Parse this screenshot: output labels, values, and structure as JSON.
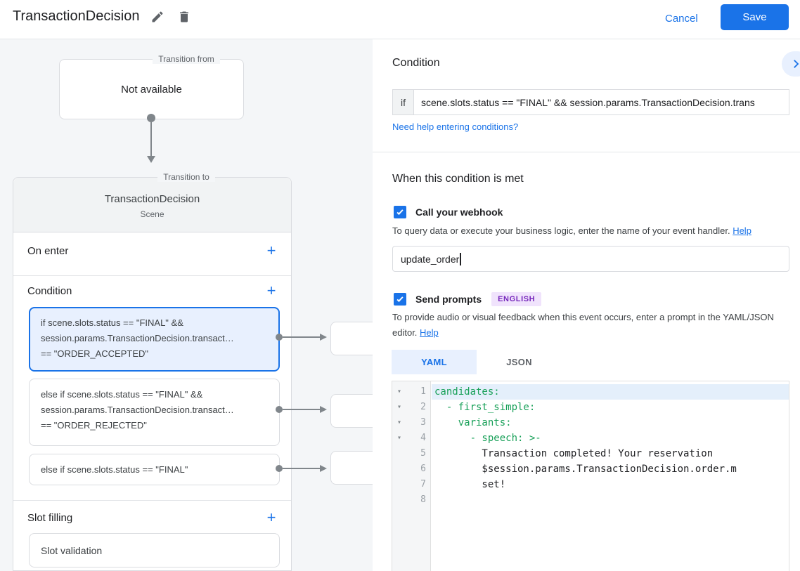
{
  "colors": {
    "accent": "#1a73e8",
    "selected_bg": "#e8f0fe",
    "badge_text": "#7627bb",
    "badge_bg": "#f0e3fc",
    "yaml_key_green": "#18a058",
    "canvas_bg": "#f4f6f8"
  },
  "icons": {
    "add": "+",
    "fold": "▾"
  },
  "header": {
    "title": "TransactionDecision",
    "cancel_label": "Cancel",
    "save_label": "Save"
  },
  "canvas": {
    "transition_from": {
      "label": "Transition from",
      "content": "Not available"
    },
    "scene_card": {
      "label": "Transition to",
      "title": "TransactionDecision",
      "subtitle": "Scene",
      "on_enter_label": "On enter",
      "condition_label": "Condition",
      "slot_filling_label": "Slot filling",
      "conditions": [
        {
          "selected": true,
          "lines": [
            "if scene.slots.status == \"FINAL\" &&",
            "session.params.TransactionDecision.transact…",
            "== \"ORDER_ACCEPTED\""
          ]
        },
        {
          "selected": false,
          "lines": [
            "else if scene.slots.status == \"FINAL\" &&",
            "session.params.TransactionDecision.transact…",
            "== \"ORDER_REJECTED\""
          ]
        },
        {
          "selected": false,
          "lines": [
            "else if scene.slots.status == \"FINAL\""
          ]
        }
      ],
      "slot_item": "Slot validation"
    }
  },
  "panel": {
    "title": "Condition",
    "condition_row": {
      "prefix": "if",
      "value": "scene.slots.status == \"FINAL\" && session.params.TransactionDecision.trans"
    },
    "help_link": "Need help entering conditions?",
    "when_met": {
      "title": "When this condition is met",
      "webhook": {
        "label": "Call your webhook",
        "checked": true,
        "desc": "To query data or execute your business logic, enter the name of your event handler. ",
        "help": "Help",
        "value": "update_order"
      },
      "prompts": {
        "label": "Send prompts",
        "checked": true,
        "badge": "ENGLISH",
        "desc": "To provide audio or visual feedback when this event occurs, enter a prompt in the YAML/JSON editor. ",
        "help": "Help"
      },
      "tabs": {
        "yaml": "YAML",
        "json": "JSON",
        "active": "YAML"
      },
      "editor": {
        "language": "YAML",
        "lines": [
          {
            "n": "1",
            "text": "candidates:"
          },
          {
            "n": "2",
            "text": "  - first_simple:"
          },
          {
            "n": "3",
            "text": "    variants:"
          },
          {
            "n": "4",
            "text": "      - speech: >-"
          },
          {
            "n": "5",
            "text": "        Transaction completed! Your reservation"
          },
          {
            "n": "6",
            "text": "        $session.params.TransactionDecision.order.m"
          },
          {
            "n": "7",
            "text": "        set!"
          },
          {
            "n": "8",
            "text": ""
          }
        ]
      }
    }
  }
}
